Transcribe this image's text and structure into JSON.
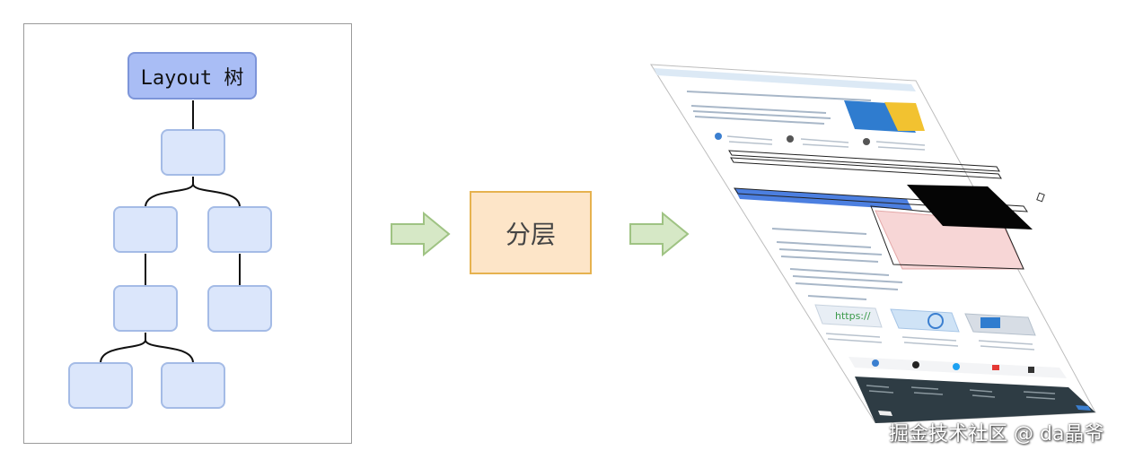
{
  "tree": {
    "root_label": "Layout 树"
  },
  "process": {
    "label": "分层"
  },
  "watermark": {
    "text": "掘金技术社区 @ da晶爷"
  },
  "colors": {
    "root_fill": "#a9bdf5",
    "node_fill": "#dbe6fb",
    "process_fill": "#fde5c8",
    "process_border": "#e6b24f",
    "arrow_fill": "#d6e8c6",
    "arrow_border": "#9fc383"
  }
}
